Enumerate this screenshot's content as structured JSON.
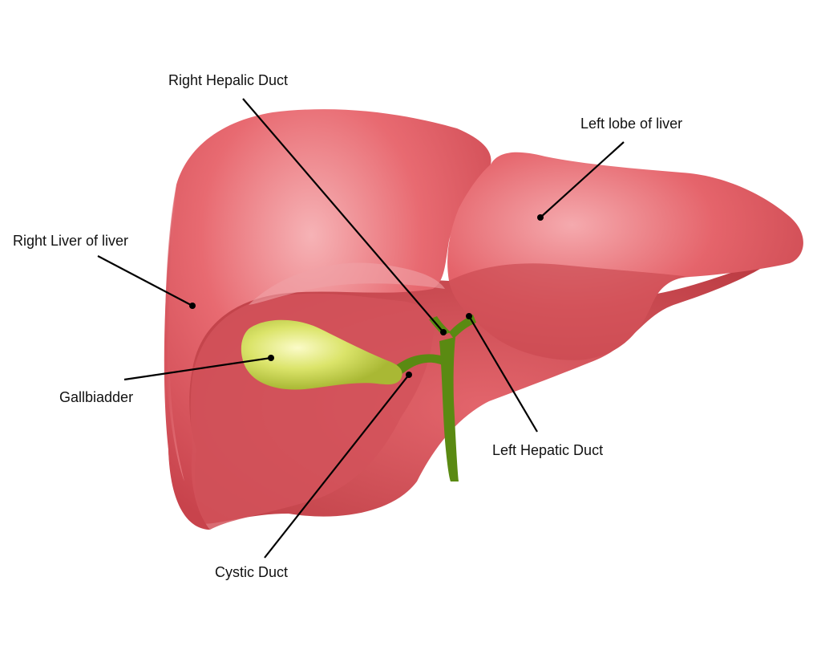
{
  "labels": {
    "right_hepatic_duct": "Right Hepalic Duct",
    "left_lobe": "Left lobe of liver",
    "right_lobe": "Right Liver of liver",
    "gallbladder": "Gallbiadder",
    "left_hepatic_duct": "Left Hepatic Duct",
    "cystic_duct": "Cystic Duct"
  },
  "colors": {
    "liver_base": "#e05a62",
    "liver_light": "#f3a0a4",
    "liver_dark": "#b5363f",
    "gallbladder": "#c9d94e",
    "gallbladder_light": "#f2f6a6",
    "duct": "#5a8a12",
    "leader_line": "#000000"
  }
}
